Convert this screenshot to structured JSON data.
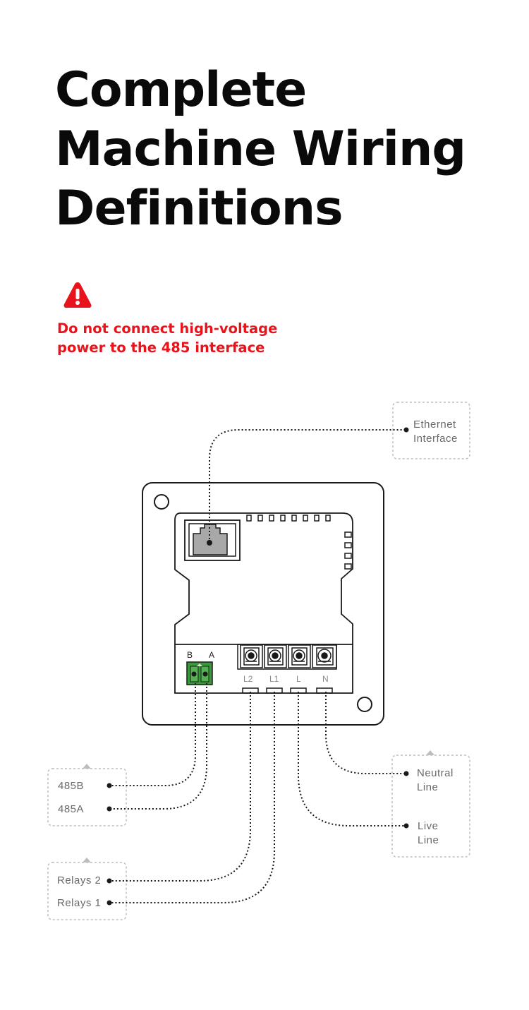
{
  "title": {
    "line1": "Complete",
    "line2": "Machine Wiring",
    "line3": "Definitions"
  },
  "warning": {
    "icon": "warning-triangle-icon",
    "line1": "Do not connect high-voltage",
    "line2": "power to the 485 interface",
    "color": "#e8131b"
  },
  "device": {
    "terminal_labels": {
      "b": "B",
      "a": "A",
      "l2": "L2",
      "l1": "L1",
      "l": "L",
      "n": "N"
    }
  },
  "callouts": {
    "ethernet": {
      "line1": "Ethernet",
      "line2": "Interface"
    },
    "rs485_b": "485B",
    "rs485_a": "485A",
    "relay_2": "Relays 2",
    "relay_1": "Relays 1",
    "neutral": {
      "line1": "Neutral",
      "line2": "Line"
    },
    "live": {
      "line1": "Live",
      "line2": "Line"
    }
  }
}
